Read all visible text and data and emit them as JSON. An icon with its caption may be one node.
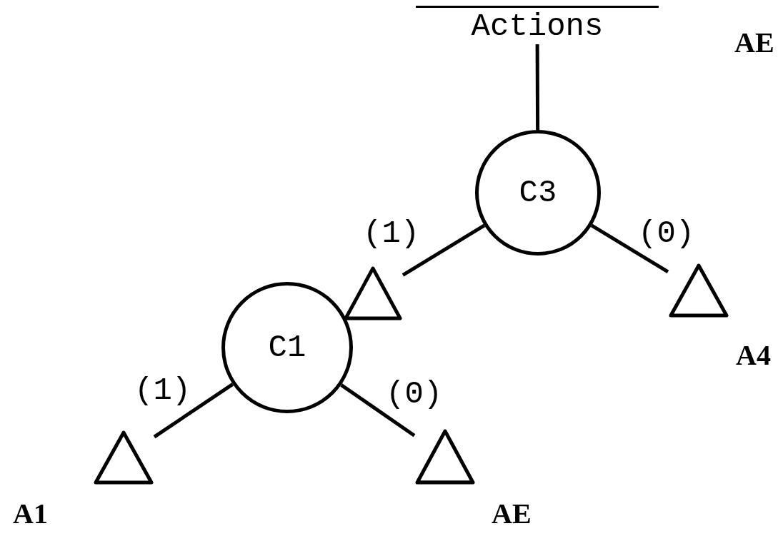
{
  "diagram": {
    "nodes": [
      {
        "text": [
          "Actions"
        ]
      },
      {
        "text": [
          "C3"
        ]
      },
      {
        "text": [],
        "shape": "triangle"
      },
      {
        "text": [],
        "shape": "triangle",
        "beside": [
          "A4"
        ]
      },
      {
        "text": [
          "C1"
        ]
      },
      {
        "text": [],
        "shape": "triangle",
        "beside": [
          "A1"
        ]
      },
      {
        "text": [],
        "shape": "triangle",
        "beside": [
          "AE"
        ]
      }
    ],
    "edges": [
      {
        "from": 0,
        "to": 1,
        "arrow": "none"
      },
      {
        "from": 1,
        "to": 2,
        "arrow": "none",
        "label": "(1)"
      },
      {
        "from": 1,
        "to": 3,
        "arrow": "none",
        "label": "(0)"
      },
      {
        "from": 4,
        "to": 5,
        "arrow": "none",
        "label": "(1)"
      },
      {
        "from": 4,
        "to": 6,
        "arrow": "none",
        "label": "(0)"
      }
    ],
    "labels": [
      "AE"
    ]
  }
}
